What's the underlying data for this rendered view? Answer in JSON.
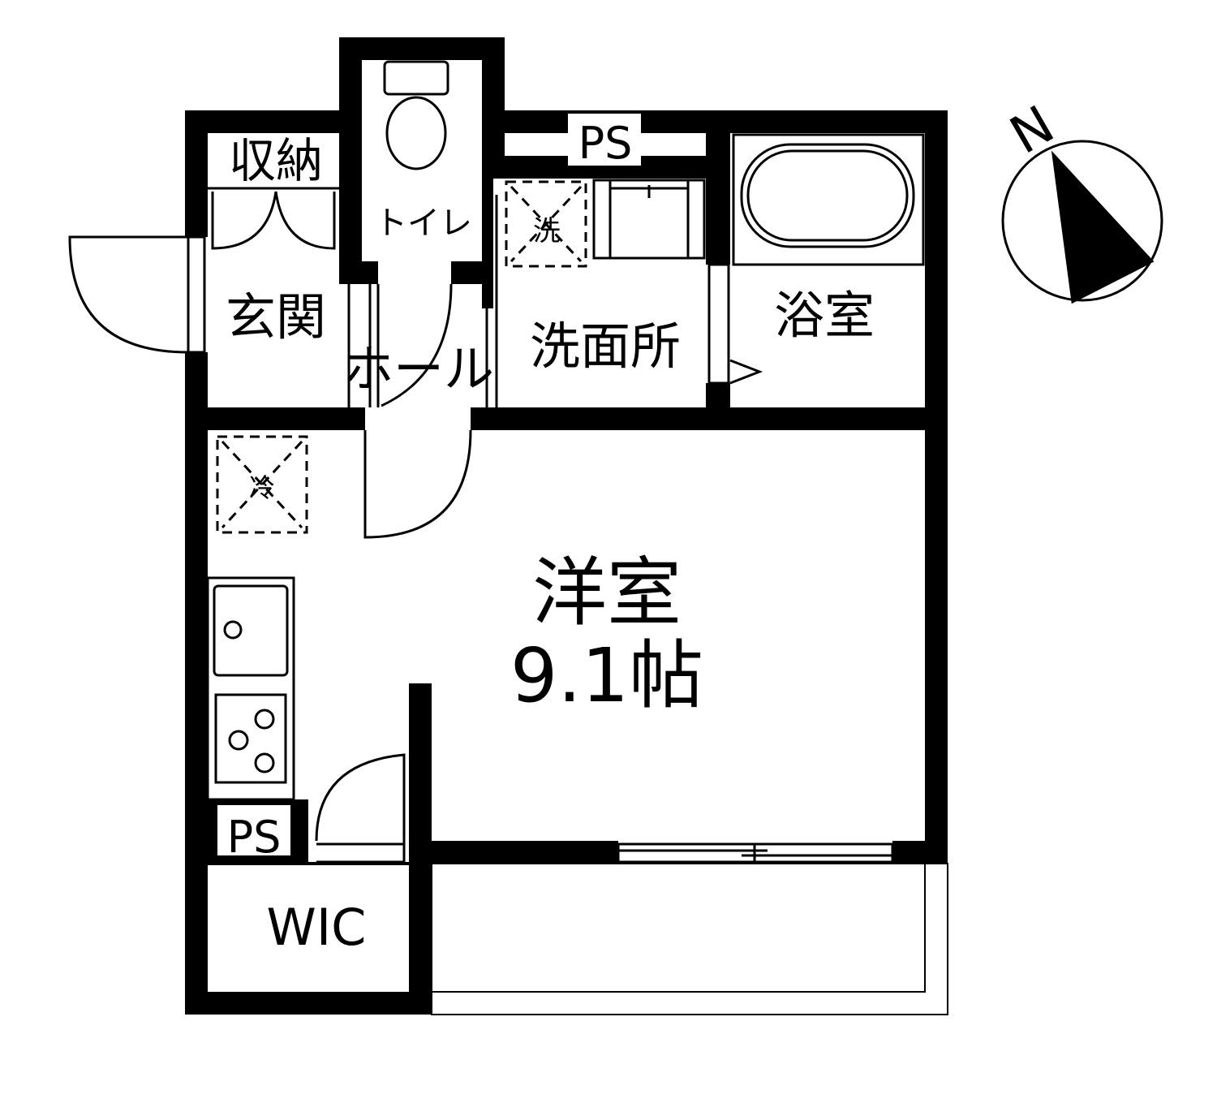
{
  "rooms": {
    "storage": "収納",
    "toilet": "トイレ",
    "ps_top": "PS",
    "entrance": "玄関",
    "hall": "ホール",
    "washroom": "洗面所",
    "bathroom": "浴室",
    "washer": "洗",
    "fridge": "冷",
    "western_room": "洋室",
    "western_room_size": "9.1帖",
    "ps_bottom": "PS",
    "wic": "WIC"
  },
  "compass": {
    "label": "N"
  },
  "colors": {
    "wall": "#000000",
    "background": "#ffffff"
  }
}
